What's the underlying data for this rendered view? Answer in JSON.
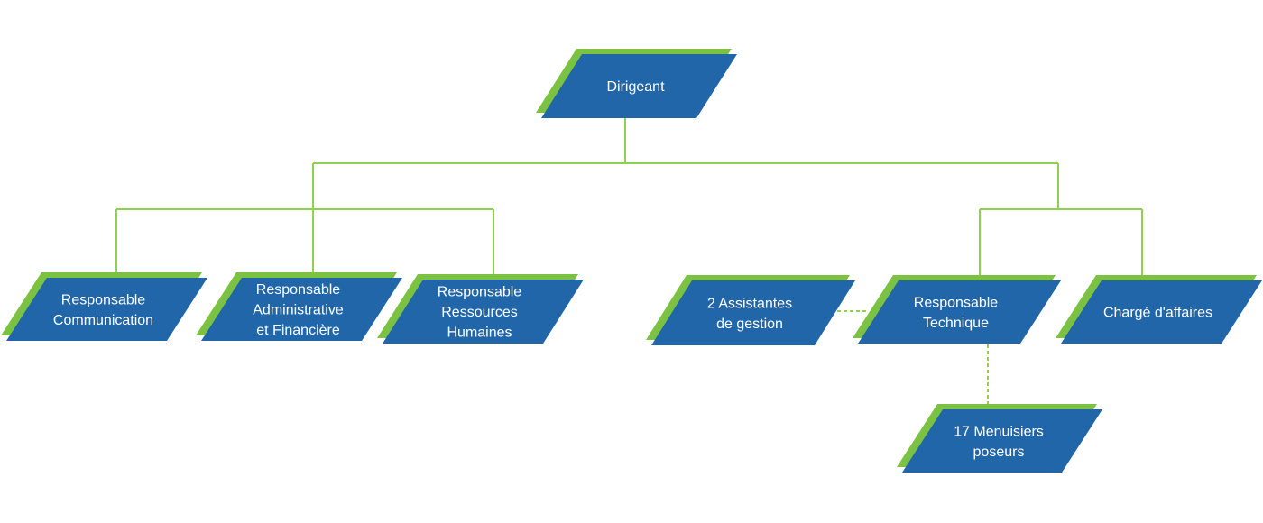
{
  "colors": {
    "box_fill": "#2266aa",
    "box_shadow": "#7cc242",
    "connector": "#8fd14f",
    "text": "#ffffff"
  },
  "nodes": {
    "dirigeant": {
      "lines": [
        "Dirigeant"
      ]
    },
    "communication": {
      "lines": [
        "Responsable",
        "Communication"
      ]
    },
    "admin_fin": {
      "lines": [
        "Responsable",
        "Administrative",
        "et Financière"
      ]
    },
    "rh": {
      "lines": [
        "Responsable",
        "Ressources",
        "Humaines"
      ]
    },
    "assistantes": {
      "lines": [
        "2 Assistantes",
        "de gestion"
      ]
    },
    "technique": {
      "lines": [
        "Responsable",
        "Technique"
      ]
    },
    "charge": {
      "lines": [
        "Chargé d'affaires"
      ]
    },
    "menuisiers": {
      "lines": [
        "17 Menuisiers",
        "poseurs"
      ]
    }
  }
}
